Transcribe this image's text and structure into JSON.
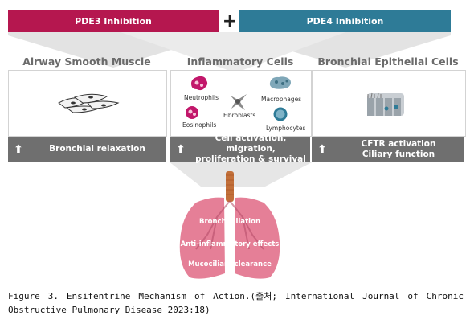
{
  "header": {
    "pde3_label": "PDE3 Inhibition",
    "plus": "+",
    "pde4_label": "PDE4 Inhibition"
  },
  "columns": {
    "airway": {
      "title": "Airway Smooth Muscle",
      "effect": "Bronchial relaxation"
    },
    "inflammatory": {
      "title": "Inflammatory Cells",
      "effect_line1": "Cell activation, migration,",
      "effect_line2": "proliferation & survival",
      "cells": {
        "neutrophils": "Neutrophils",
        "eosinophils": "Eosinophils",
        "fibroblasts": "Fibroblasts",
        "macrophages": "Macrophages",
        "lymphocytes": "Lymphocytes"
      }
    },
    "epithelial": {
      "title": "Bronchial Epithelial Cells",
      "effect_line1": "CFTR activation",
      "effect_line2": "Ciliary function"
    }
  },
  "lungs": {
    "label1": "Bronchodilation",
    "label2": "Anti-inflammatory effects",
    "label3": "Mucociliary clearance"
  },
  "caption": "Figure 3. Ensifentrine Mechanism of Action.(출처; International Journal of Chronic Obstructive Pulmonary Disease 2023:18)",
  "colors": {
    "pde3": "#b5174f",
    "pde4": "#2e7b97",
    "bar": "#6f6f6f",
    "lung": "#e57f97",
    "cell_pink": "#c2176b"
  },
  "icons": {
    "up_arrow": "⬆"
  }
}
